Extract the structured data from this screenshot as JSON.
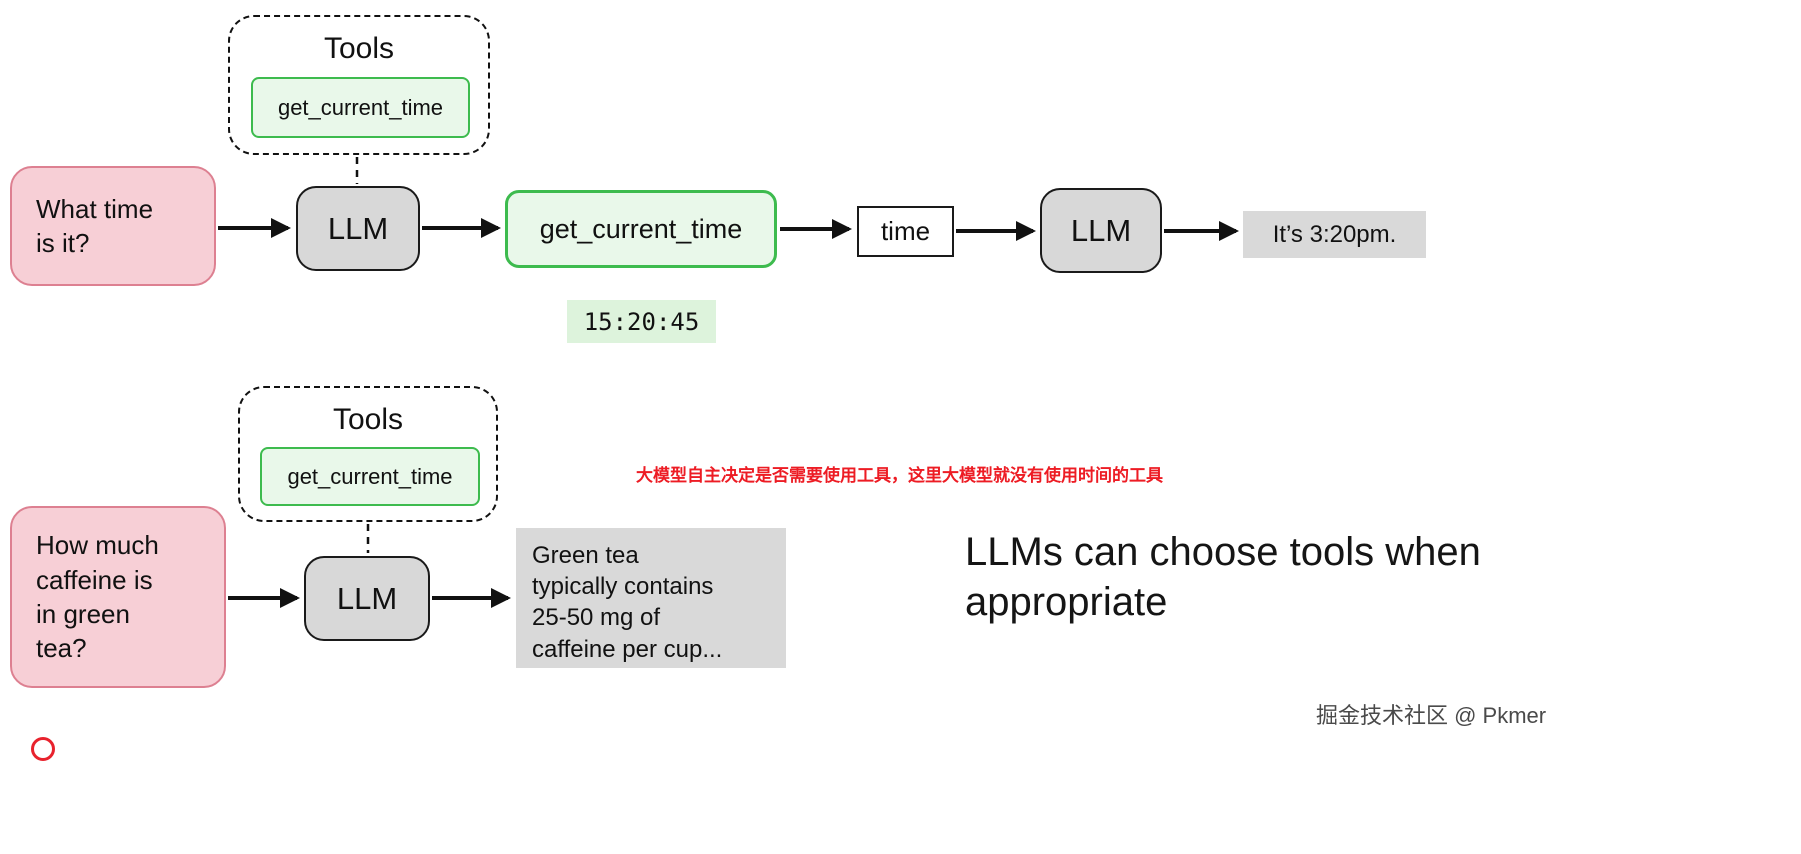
{
  "diagram": {
    "top_flow": {
      "tools": {
        "title": "Tools",
        "tool": "get_current_time"
      },
      "user_query": "What time\nis it?",
      "llm1_label": "LLM",
      "tool_call": "get_current_time",
      "tool_result": "15:20:45",
      "variable": "time",
      "llm2_label": "LLM",
      "final_response": "It’s 3:20pm."
    },
    "bottom_flow": {
      "tools": {
        "title": "Tools",
        "tool": "get_current_time"
      },
      "user_query": "How much\ncaffeine is\nin green\ntea?",
      "llm_label": "LLM",
      "response": "Green tea\ntypically contains\n25-50 mg of\ncaffeine per cup..."
    },
    "annotation_cn": "大模型自主决定是否需要使用工具，这里大模型就没有使用时间的工具",
    "caption": "LLMs can choose tools when\nappropriate",
    "watermark": "掘金技术社区 @ Pkmer",
    "colors": {
      "user_box_fill": "#f7cfd6",
      "user_box_border": "#dd8091",
      "llm_box_fill": "#d8d8d8",
      "tool_fill": "#e9f8ea",
      "tool_border": "#3dbb4e",
      "tool_result_fill": "#ddf3dc",
      "response_fill": "#d9d9d9",
      "annotation_red": "#ed1c24"
    }
  }
}
